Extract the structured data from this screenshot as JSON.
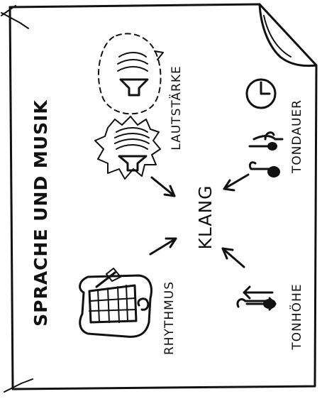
{
  "title": "SPRACHE UND MUSIK",
  "center": "KLANG",
  "labels": {
    "lautstaerke": "LAUTSTÄRKE",
    "tondauer": "TONDAUER",
    "rhythmus": "RHYTHMUS",
    "tonhoehe": "TONHÖHE"
  },
  "icons": {
    "lautstaerke": [
      "speaker-in-thought-bubble-icon",
      "loud-speaker-icon"
    ],
    "tondauer": [
      "clock-icon",
      "note-short-icon",
      "note-long-icon"
    ],
    "rhythmus": "metronome-icon",
    "tonhoehe": [
      "updown-arrows-icon",
      "note-icon"
    ]
  },
  "colors": {
    "ink": "#111111",
    "paper": "#ffffff"
  }
}
